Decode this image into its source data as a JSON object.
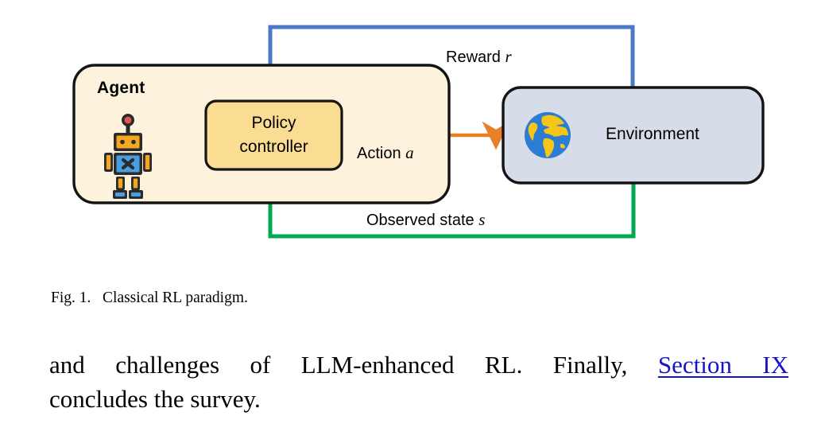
{
  "figure": {
    "agent": {
      "title": "Agent",
      "icon": "robot-icon",
      "fill_color": "#fdf3dc",
      "stroke_color": "#141414"
    },
    "policy_controller": {
      "line1": "Policy",
      "line2": "controller",
      "fill_color": "#fadd93",
      "stroke_color": "#141414"
    },
    "environment": {
      "title": "Environment",
      "icon": "globe-icon",
      "fill_color": "#d6dce8",
      "stroke_color": "#141414"
    },
    "edges": [
      {
        "name": "reward-edge",
        "label_text": "Reward",
        "label_var": "r",
        "color": "#4a7ac4",
        "from": "environment",
        "to": "policy-controller"
      },
      {
        "name": "action-edge",
        "label_text": "Action",
        "label_var": "a",
        "color": "#e8802a",
        "from": "policy-controller",
        "to": "environment"
      },
      {
        "name": "observed-state-edge",
        "label_text": "Observed state",
        "label_var": "s",
        "color": "#00ab50",
        "from": "environment",
        "to": "policy-controller"
      }
    ]
  },
  "caption": {
    "number": "Fig. 1.",
    "text": "Classical RL paradigm."
  },
  "body": {
    "line1_before": "and challenges of LLM-enhanced RL. Finally,",
    "link_text": "Section IX",
    "line2": "concludes the survey.",
    "link_color": "#1414cf"
  }
}
